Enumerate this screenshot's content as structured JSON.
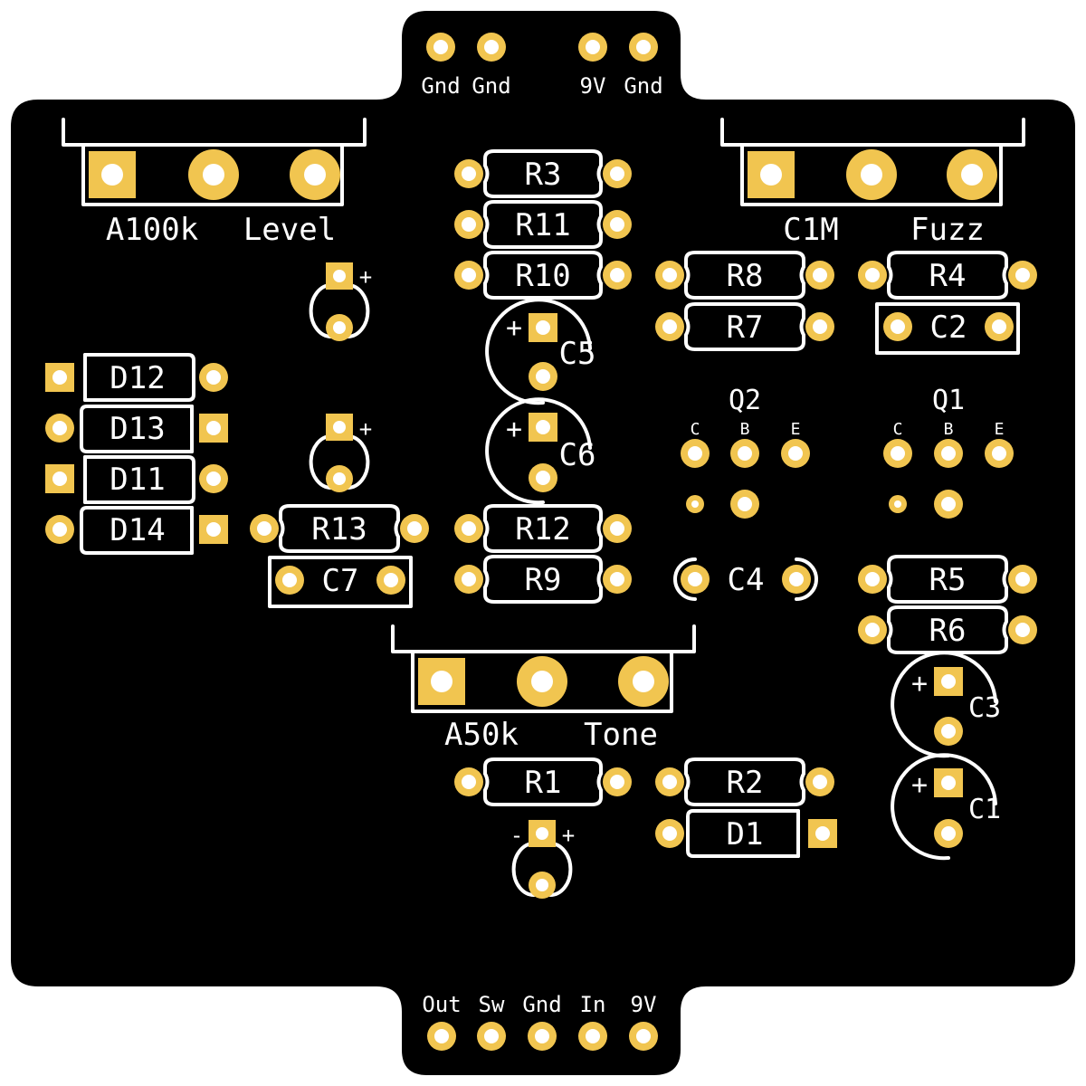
{
  "colors": {
    "board": "#000000",
    "pad": "#f1c550",
    "silk": "#ffffff",
    "drill": "#ffffff"
  },
  "top_connector": {
    "labels": [
      "Gnd",
      "Gnd",
      "9V",
      "Gnd"
    ]
  },
  "bottom_connector": {
    "labels": [
      "Out",
      "Sw",
      "Gnd",
      "In",
      "9V"
    ]
  },
  "potentiometers": {
    "level": {
      "value": "A100k",
      "name": "Level"
    },
    "fuzz": {
      "value": "C1M",
      "name": "Fuzz"
    },
    "tone": {
      "value": "A50k",
      "name": "Tone"
    }
  },
  "resistors": {
    "r1": "R1",
    "r2": "R2",
    "r3": "R3",
    "r4": "R4",
    "r5": "R5",
    "r6": "R6",
    "r7": "R7",
    "r8": "R8",
    "r9": "R9",
    "r10": "R10",
    "r11": "R11",
    "r12": "R12",
    "r13": "R13"
  },
  "capacitors": {
    "c1": "C1",
    "c2": "C2",
    "c3": "C3",
    "c4": "C4",
    "c5": "C5",
    "c6": "C6",
    "c7": "C7"
  },
  "diodes": {
    "d1": "D1",
    "d11": "D11",
    "d12": "D12",
    "d13": "D13",
    "d14": "D14"
  },
  "transistors": {
    "q1": {
      "label": "Q1",
      "pins": [
        "C",
        "B",
        "E"
      ]
    },
    "q2": {
      "label": "Q2",
      "pins": [
        "C",
        "B",
        "E"
      ]
    }
  },
  "polarity": {
    "plus": "+",
    "minus": "-"
  }
}
